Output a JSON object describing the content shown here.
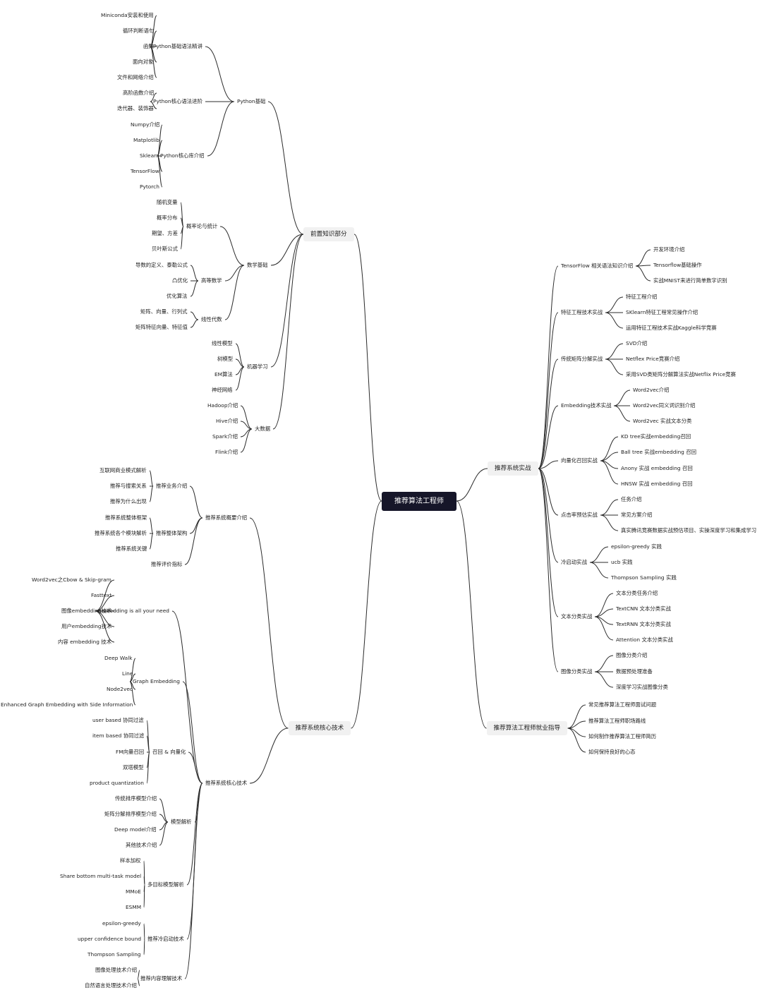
{
  "mindmap": {
    "root": "推荐算法工程师",
    "branches": [
      {
        "label": "前置知识部分",
        "children": [
          {
            "label": "Python基础",
            "children": [
              {
                "label": "Python基础语法精讲",
                "children": [
                  {
                    "label": "Miniconda安装和使用"
                  },
                  {
                    "label": "循环判断语句"
                  },
                  {
                    "label": "函数"
                  },
                  {
                    "label": "面向对象"
                  },
                  {
                    "label": "文件和网络介绍"
                  }
                ]
              },
              {
                "label": "Python核心语法进阶",
                "children": [
                  {
                    "label": "高阶函数介绍"
                  },
                  {
                    "label": "迭代器、装饰器"
                  }
                ]
              },
              {
                "label": "Python核心库介绍",
                "children": [
                  {
                    "label": "Numpy介绍"
                  },
                  {
                    "label": "Matplotlib"
                  },
                  {
                    "label": "Sklearn"
                  },
                  {
                    "label": "TensorFlow"
                  },
                  {
                    "label": "Pytorch"
                  }
                ]
              }
            ]
          },
          {
            "label": "数学基础",
            "children": [
              {
                "label": "概率论与统计",
                "children": [
                  {
                    "label": "随机变量"
                  },
                  {
                    "label": "概率分布"
                  },
                  {
                    "label": "期望、方差"
                  },
                  {
                    "label": "贝叶斯公式"
                  }
                ]
              },
              {
                "label": "高等数学",
                "children": [
                  {
                    "label": "导数的定义、泰勒公式"
                  },
                  {
                    "label": "凸优化"
                  },
                  {
                    "label": "优化算法"
                  }
                ]
              },
              {
                "label": "线性代数",
                "children": [
                  {
                    "label": "矩阵、向量、行列式"
                  },
                  {
                    "label": "矩阵特征向量、特征值"
                  }
                ]
              }
            ]
          },
          {
            "label": "机器学习",
            "children": [
              {
                "label": "线性模型"
              },
              {
                "label": "树模型"
              },
              {
                "label": "EM算法"
              },
              {
                "label": "神经网络"
              }
            ]
          },
          {
            "label": "大数据",
            "children": [
              {
                "label": "Hadoop介绍"
              },
              {
                "label": "Hive介绍"
              },
              {
                "label": "Spark介绍"
              },
              {
                "label": "Flink介绍"
              }
            ]
          }
        ]
      },
      {
        "label": "推荐系统核心技术",
        "children": [
          {
            "label": "推荐系统概要介绍",
            "children": [
              {
                "label": "推荐业务介绍",
                "children": [
                  {
                    "label": "互联网商业模式解析"
                  },
                  {
                    "label": "推荐与搜索关系"
                  },
                  {
                    "label": "推荐为什么出现"
                  }
                ]
              },
              {
                "label": "推荐整体架构",
                "children": [
                  {
                    "label": "推荐系统整体框架"
                  },
                  {
                    "label": "推荐系统各个模块解析"
                  },
                  {
                    "label": "推荐系统关键"
                  }
                ]
              },
              {
                "label": "推荐评价指标"
              }
            ]
          },
          {
            "label": "推荐系统核心技术",
            "children": [
              {
                "label": "Embedding is all your need",
                "children": [
                  {
                    "label": "Word2vec之Cbow & Skip-gram"
                  },
                  {
                    "label": "Fasttext"
                  },
                  {
                    "label": "图像embedding技术"
                  },
                  {
                    "label": "用户embedding技术"
                  },
                  {
                    "label": "内容 embedding 技术"
                  }
                ]
              },
              {
                "label": "Graph Embedding",
                "children": [
                  {
                    "label": "Deep Walk"
                  },
                  {
                    "label": "Line"
                  },
                  {
                    "label": "Node2vec"
                  },
                  {
                    "label": "Enhanced Graph Embedding with Side Information"
                  }
                ]
              },
              {
                "label": "召回 & 向量化",
                "children": [
                  {
                    "label": "user based 协同过滤"
                  },
                  {
                    "label": "item based 协同过滤"
                  },
                  {
                    "label": "FM向量召回"
                  },
                  {
                    "label": "双塔模型"
                  },
                  {
                    "label": "product quantization"
                  }
                ]
              },
              {
                "label": "模型解析",
                "children": [
                  {
                    "label": "传统排序模型介绍"
                  },
                  {
                    "label": "矩阵分解排序模型介绍"
                  },
                  {
                    "label": "Deep model介绍"
                  },
                  {
                    "label": "其他技术介绍"
                  }
                ]
              },
              {
                "label": "多目标模型解析",
                "children": [
                  {
                    "label": "样本加权"
                  },
                  {
                    "label": "Share bottom multi-task model"
                  },
                  {
                    "label": "MMoE"
                  },
                  {
                    "label": "ESMM"
                  }
                ]
              },
              {
                "label": "推荐冷启动技术",
                "children": [
                  {
                    "label": "epsilon-greedy"
                  },
                  {
                    "label": "upper confidence bound"
                  },
                  {
                    "label": "Thompson Sampling"
                  }
                ]
              },
              {
                "label": "推荐内容理解技术",
                "children": [
                  {
                    "label": "图像处理技术介绍"
                  },
                  {
                    "label": "自然语言处理技术介绍"
                  }
                ]
              }
            ]
          }
        ]
      },
      {
        "label": "推荐系统实战",
        "children": [
          {
            "label": "TensorFlow 相关语法知识介绍",
            "children": [
              {
                "label": "开发环境介绍"
              },
              {
                "label": "Tensorflow基础操作"
              },
              {
                "label": "实战MNIST来进行简单数字识别"
              }
            ]
          },
          {
            "label": "特征工程技术实战",
            "children": [
              {
                "label": "特征工程介绍"
              },
              {
                "label": "SKlearn特征工程常见操作介绍"
              },
              {
                "label": "运用特征工程技术实战Kaggle科学竞赛"
              }
            ]
          },
          {
            "label": "传统矩阵分解实战",
            "children": [
              {
                "label": "SVD介绍"
              },
              {
                "label": "Netflex Price竞赛介绍"
              },
              {
                "label": "采用SVD类矩阵分解算法实战Netflix Price竞赛"
              }
            ]
          },
          {
            "label": "Embedding技术实战",
            "children": [
              {
                "label": "Word2vec介绍"
              },
              {
                "label": "Word2vec同义词识别介绍"
              },
              {
                "label": "Word2vec 实战文本分类"
              }
            ]
          },
          {
            "label": "向量化召回实战",
            "children": [
              {
                "label": "KD tree实战embedding召回"
              },
              {
                "label": "Ball tree 实战embedding 召回"
              },
              {
                "label": "Anony 实战 embedding 召回"
              },
              {
                "label": "HNSW 实战 embedding 召回"
              }
            ]
          },
          {
            "label": "点击率预估实战",
            "children": [
              {
                "label": "任务介绍"
              },
              {
                "label": "常见方案介绍"
              },
              {
                "label": "真实腾讯竞赛数据实战预估项目、实操深度学习和集成学习"
              }
            ]
          },
          {
            "label": "冷启动实战",
            "children": [
              {
                "label": "epsilon-greedy 实践"
              },
              {
                "label": "ucb 实践"
              },
              {
                "label": "Thompson Sampling 实践"
              }
            ]
          },
          {
            "label": "文本分类实战",
            "children": [
              {
                "label": "文本分类任务介绍"
              },
              {
                "label": "TextCNN 文本分类实战"
              },
              {
                "label": "TextRNN 文本分类实战"
              },
              {
                "label": "Attention 文本分类实战"
              }
            ]
          },
          {
            "label": "图像分类实战",
            "children": [
              {
                "label": "图像分类介绍"
              },
              {
                "label": "数据预处理准备"
              },
              {
                "label": "深度学习实战图像分类"
              }
            ]
          }
        ]
      },
      {
        "label": "推荐算法工程师就业指导",
        "children": [
          {
            "label": "常见推荐算法工程师面试问题"
          },
          {
            "label": "推荐算法工程师职场路线"
          },
          {
            "label": "如何制作推荐算法工程师简历"
          },
          {
            "label": "如何保持良好的心态"
          }
        ]
      }
    ]
  }
}
